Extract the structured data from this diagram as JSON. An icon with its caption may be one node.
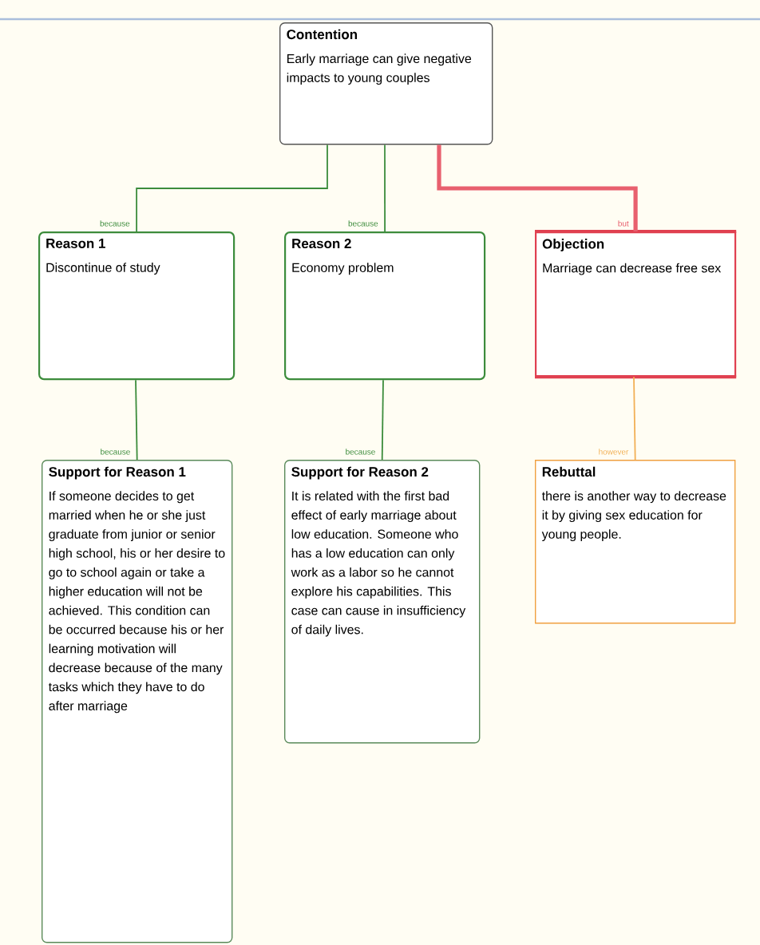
{
  "diagram": {
    "nodes": [
      {
        "text": [
          "Contention",
          "Early marriage can give negative impacts to young couples"
        ]
      },
      {
        "text": [
          "Reason 1",
          "Discontinue of study"
        ]
      },
      {
        "text": [
          "Reason 2",
          "Economy problem"
        ]
      },
      {
        "text": [
          "Objection",
          "Marriage can decrease free sex"
        ]
      },
      {
        "text": [
          "Support for Reason 1",
          "If someone decides to get married when he or she just graduate from junior or senior high school, his or her desire to go to school again or take a higher education will not be achieved. This condition can be occurred because his or her learning motivation will decrease because of the many tasks which they have to do after marriage"
        ]
      },
      {
        "text": [
          "Support for Reason 2",
          "It is related with the first bad effect of early marriage about low education. Someone who has a low education can only work as a labor so he cannot explore his capabilities. This case can cause in insufficiency of daily lives."
        ]
      },
      {
        "text": [
          "Rebuttal",
          "there is another way to decrease it by giving sex education for young people."
        ]
      }
    ],
    "edges": [
      {
        "from": 0,
        "to": 1,
        "arrow": "none",
        "label": "because"
      },
      {
        "from": 0,
        "to": 2,
        "arrow": "none",
        "label": "because"
      },
      {
        "from": 0,
        "to": 3,
        "arrow": "none",
        "label": "but",
        "style": "thick",
        "color": "#e8606e"
      },
      {
        "from": 1,
        "to": 4,
        "arrow": "none",
        "label": "because"
      },
      {
        "from": 2,
        "to": 5,
        "arrow": "none",
        "label": "because"
      },
      {
        "from": 3,
        "to": 6,
        "arrow": "none",
        "label": "however",
        "color": "#f2b056"
      }
    ]
  }
}
